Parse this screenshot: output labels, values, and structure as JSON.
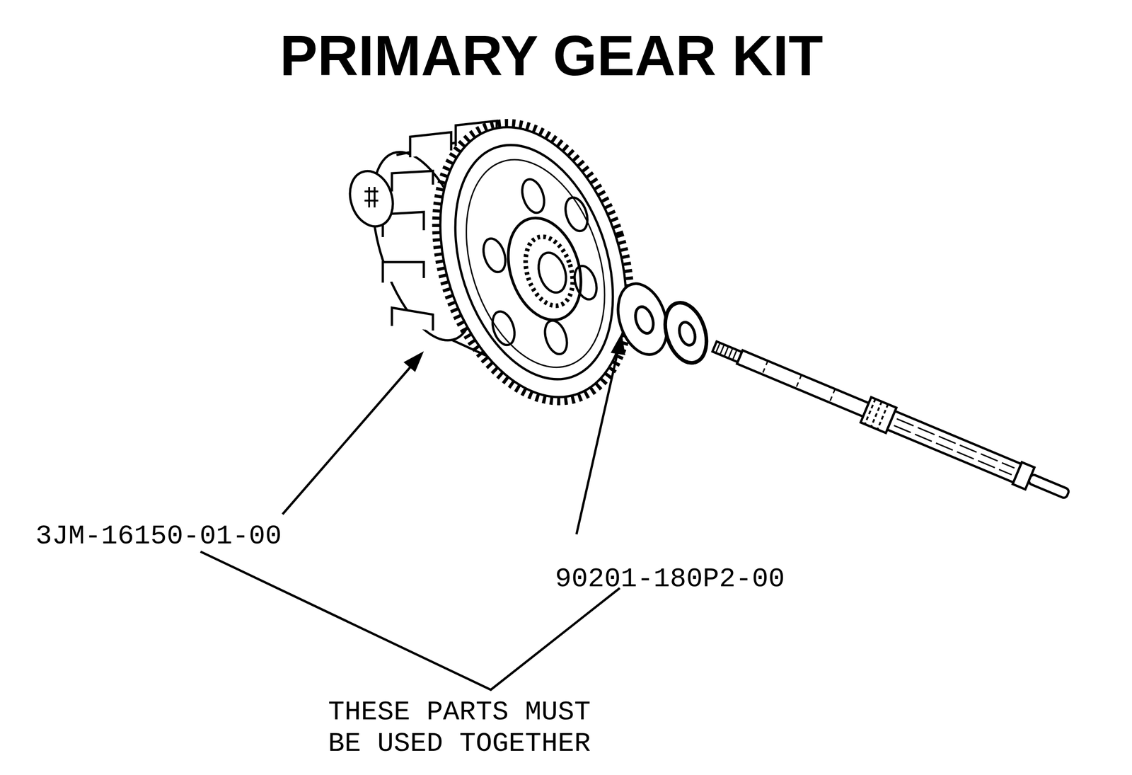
{
  "diagram": {
    "title": "PRIMARY GEAR KIT",
    "labels": [
      "3JM-16150-01-00",
      "90201-180P2-00",
      "THESE PARTS MUST BE USED TOGETHER"
    ]
  }
}
